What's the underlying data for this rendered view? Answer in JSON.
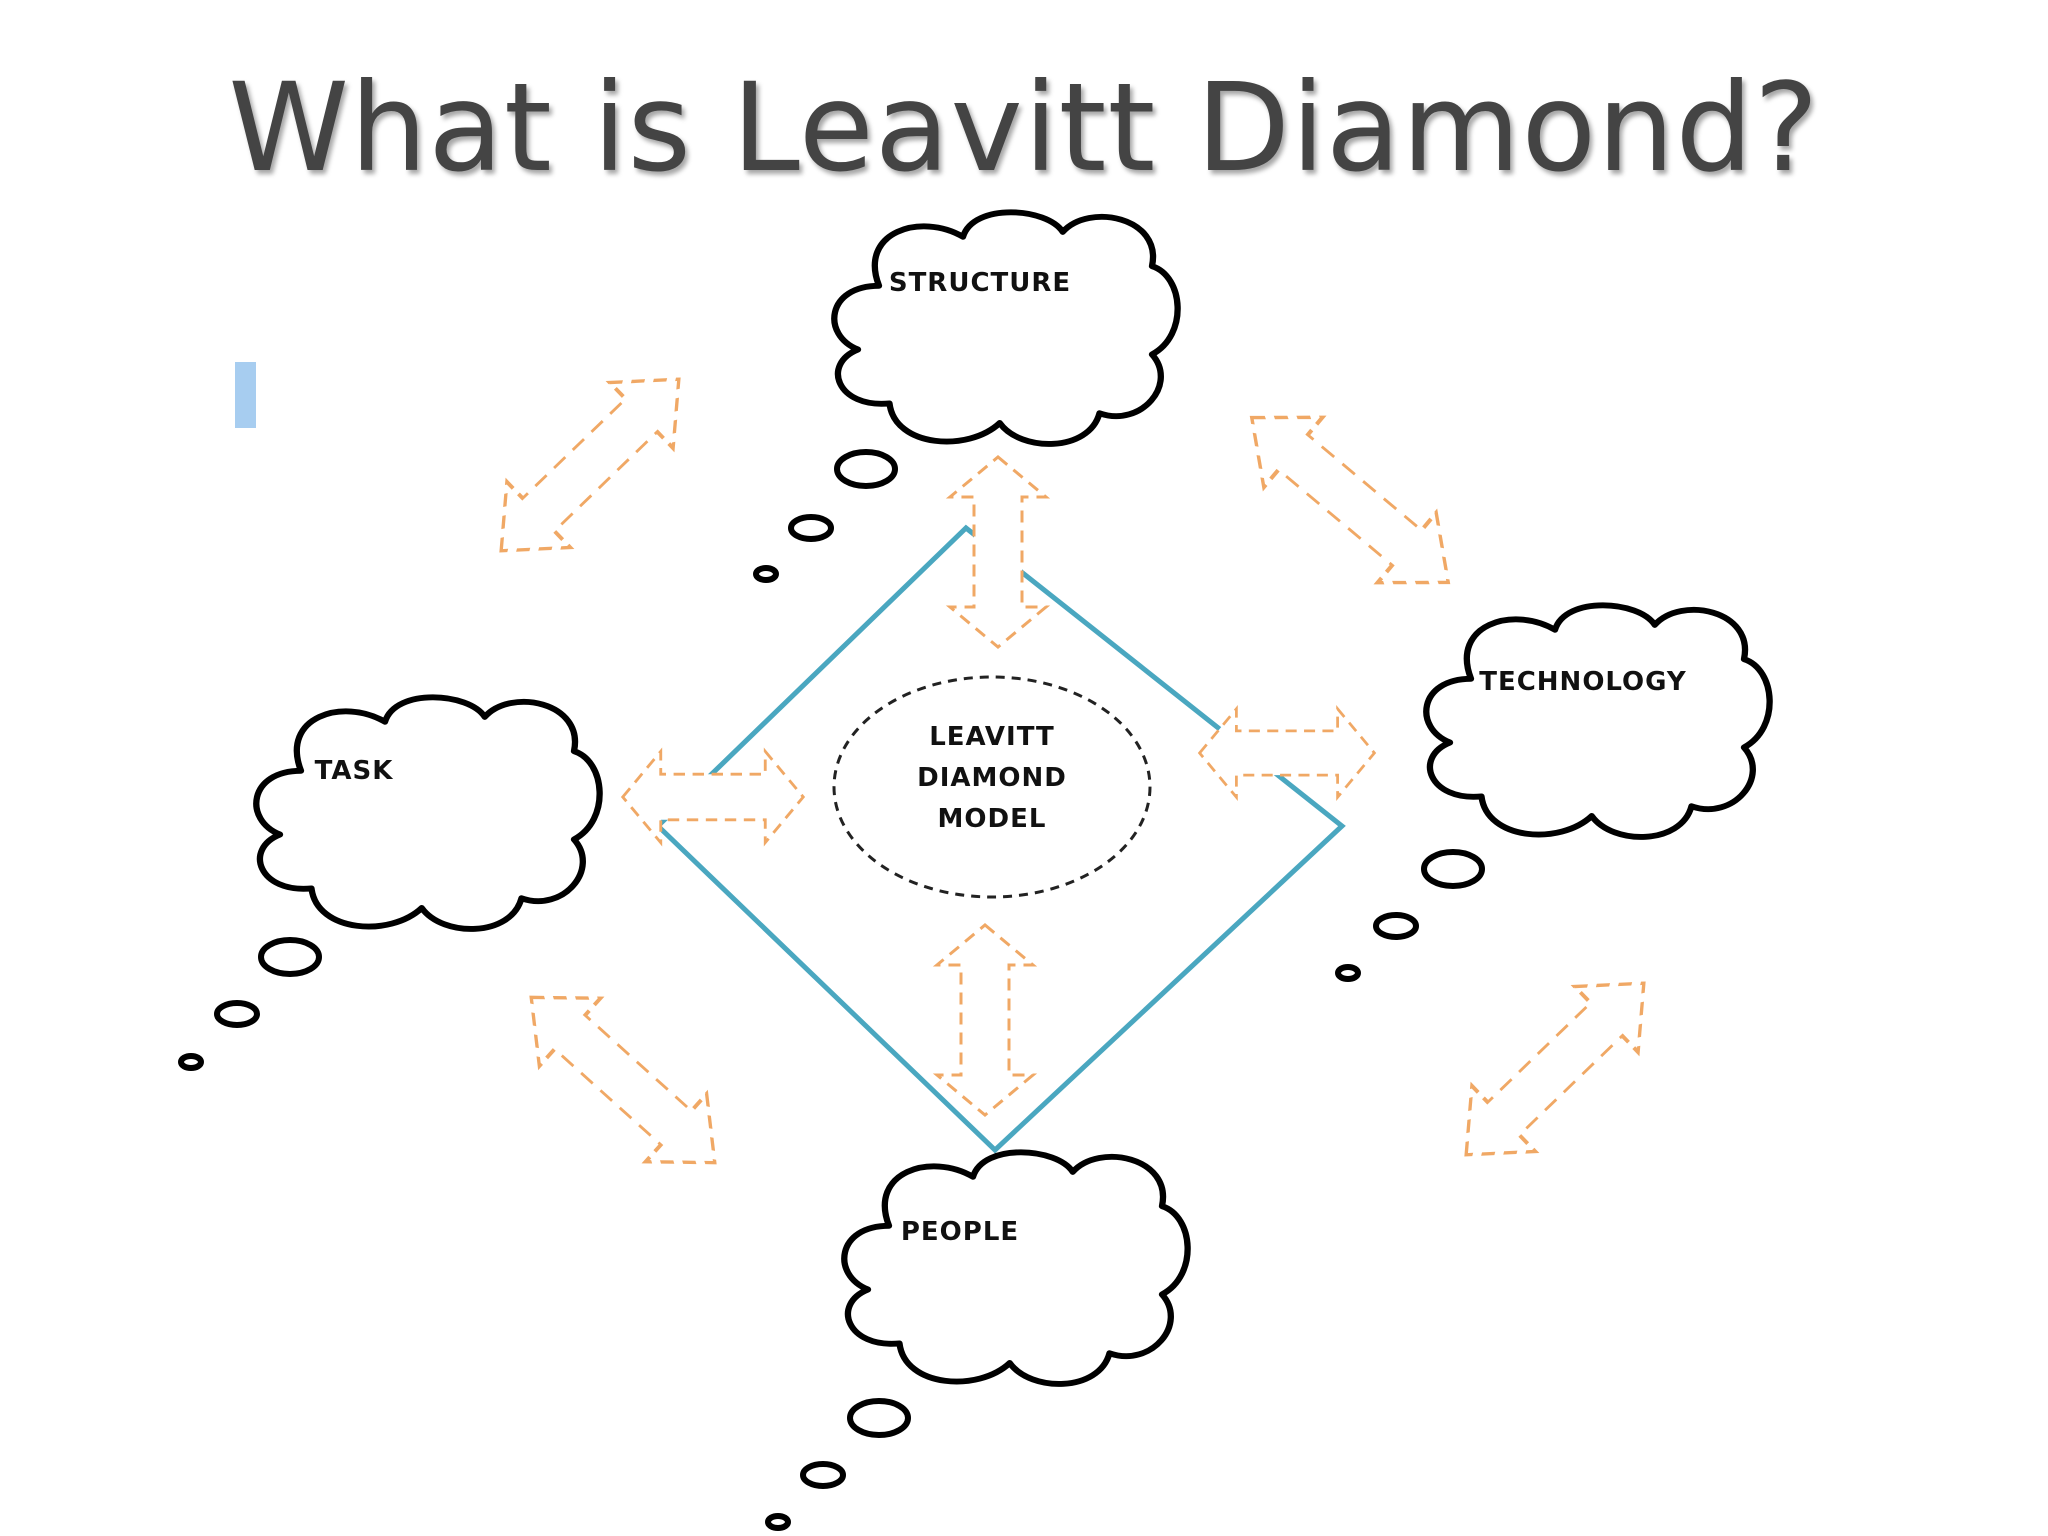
{
  "title": "What is Leavitt Diamond?",
  "center": {
    "lines": [
      "LEAVITT",
      "DIAMOND",
      "MODEL"
    ]
  },
  "clouds": {
    "structure": "STRUCTURE",
    "task": "TASK",
    "technology": "TECHNOLOGY",
    "people": "PEOPLE"
  },
  "colors": {
    "diamond": "#4aa7c0",
    "arrow": "#f0a865",
    "cloud": "#000000",
    "title": "#444444",
    "bullet": "#a7cdf0"
  }
}
